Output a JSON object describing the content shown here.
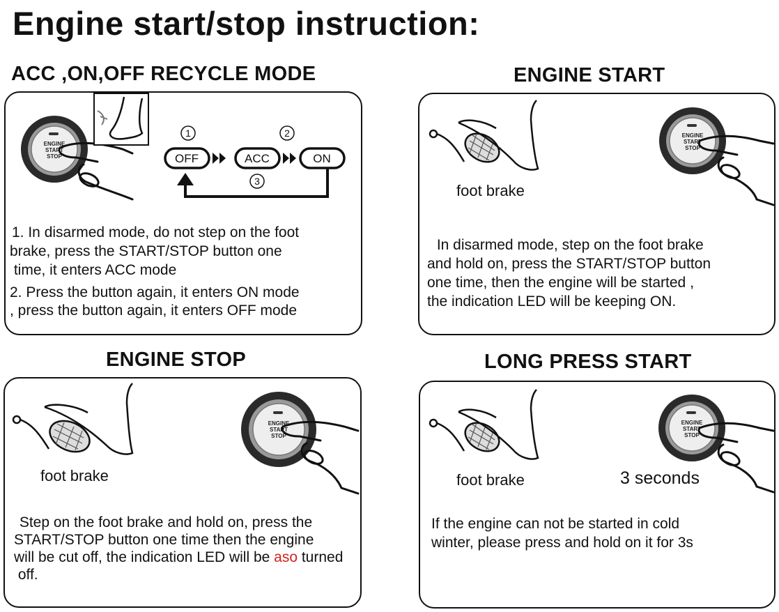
{
  "title": "Engine start/stop instruction:",
  "button_labels": [
    "ENGINE",
    "START",
    "STOP"
  ],
  "recycle": {
    "title": "ACC ,ON,OFF RECYCLE MODE",
    "steps": [
      "OFF",
      "ACC",
      "ON"
    ],
    "step_numbers": [
      "①",
      "②",
      "③"
    ],
    "line1": "1. In disarmed mode, do not step on the foot",
    "line2": "brake, press the START/STOP button one",
    "line3": " time, it enters ACC mode",
    "line4": "2. Press the button again, it enters ON mode",
    "line5": ", press the button again, it enters OFF mode"
  },
  "start": {
    "title": "ENGINE START",
    "brake_label": "foot brake",
    "line1": " In disarmed mode, step on the foot brake",
    "line2": "and hold on, press the START/STOP button",
    "line3": "one time, then the engine will be started ,",
    "line4": "the indication LED will be keeping ON."
  },
  "stop": {
    "title": "ENGINE STOP",
    "brake_label": "foot brake",
    "line1": " Step on the foot brake and hold on, press the",
    "line2": "START/STOP button one time then the engine",
    "line3a": "will be cut off, the indication LED will be ",
    "line3b": "aso",
    "line3c": " turned",
    "line4": " off."
  },
  "long": {
    "title": "LONG PRESS START",
    "brake_label": "foot brake",
    "seconds_label": "3 seconds",
    "line1": "If the engine can not be started in cold",
    "line2": "winter, please press and hold on it for 3s"
  },
  "colors": {
    "ink": "#111111",
    "accent_red": "#d42020",
    "button_ring": "#2a2a2a"
  }
}
